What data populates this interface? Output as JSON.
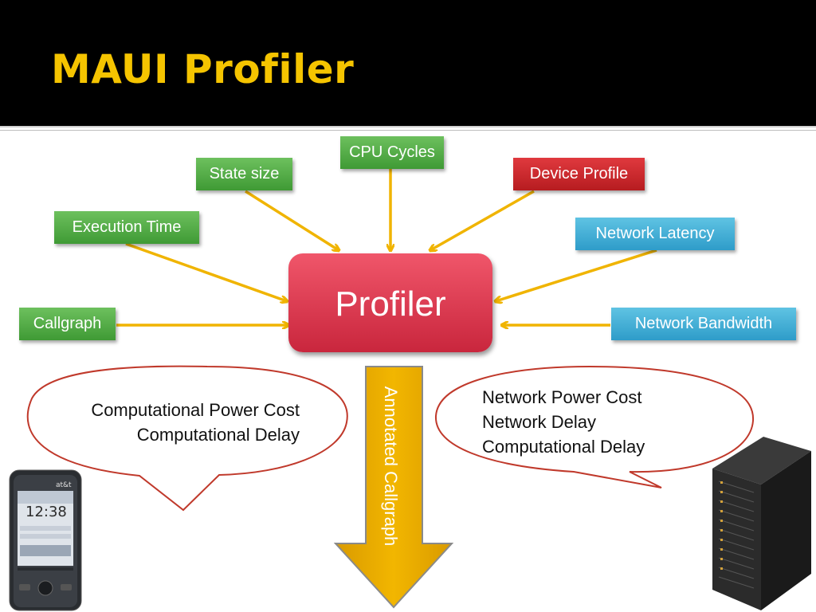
{
  "slide": {
    "title": "MAUI Profiler"
  },
  "inputs": {
    "cpu_cycles": "CPU Cycles",
    "state_size": "State size",
    "device_profile": "Device Profile",
    "execution_time": "Execution Time",
    "network_latency": "Network Latency",
    "callgraph": "Callgraph",
    "network_bandwidth": "Network Bandwidth"
  },
  "center": {
    "label": "Profiler"
  },
  "output": {
    "label": "Annotated Callgraph"
  },
  "bubble_left": {
    "lines": [
      "Computational Power Cost",
      "Computational Delay"
    ]
  },
  "bubble_right": {
    "lines": [
      "Network Power Cost",
      "Network Delay",
      "Computational Delay"
    ]
  },
  "phone": {
    "carrier": "at&t",
    "clock": "12:38"
  },
  "colors": {
    "title": "#f5c400",
    "arrow": "#f0b400",
    "green": "#4fa843",
    "red": "#c8262b",
    "blue": "#3aa8d4",
    "profiler": "#e23d55"
  }
}
